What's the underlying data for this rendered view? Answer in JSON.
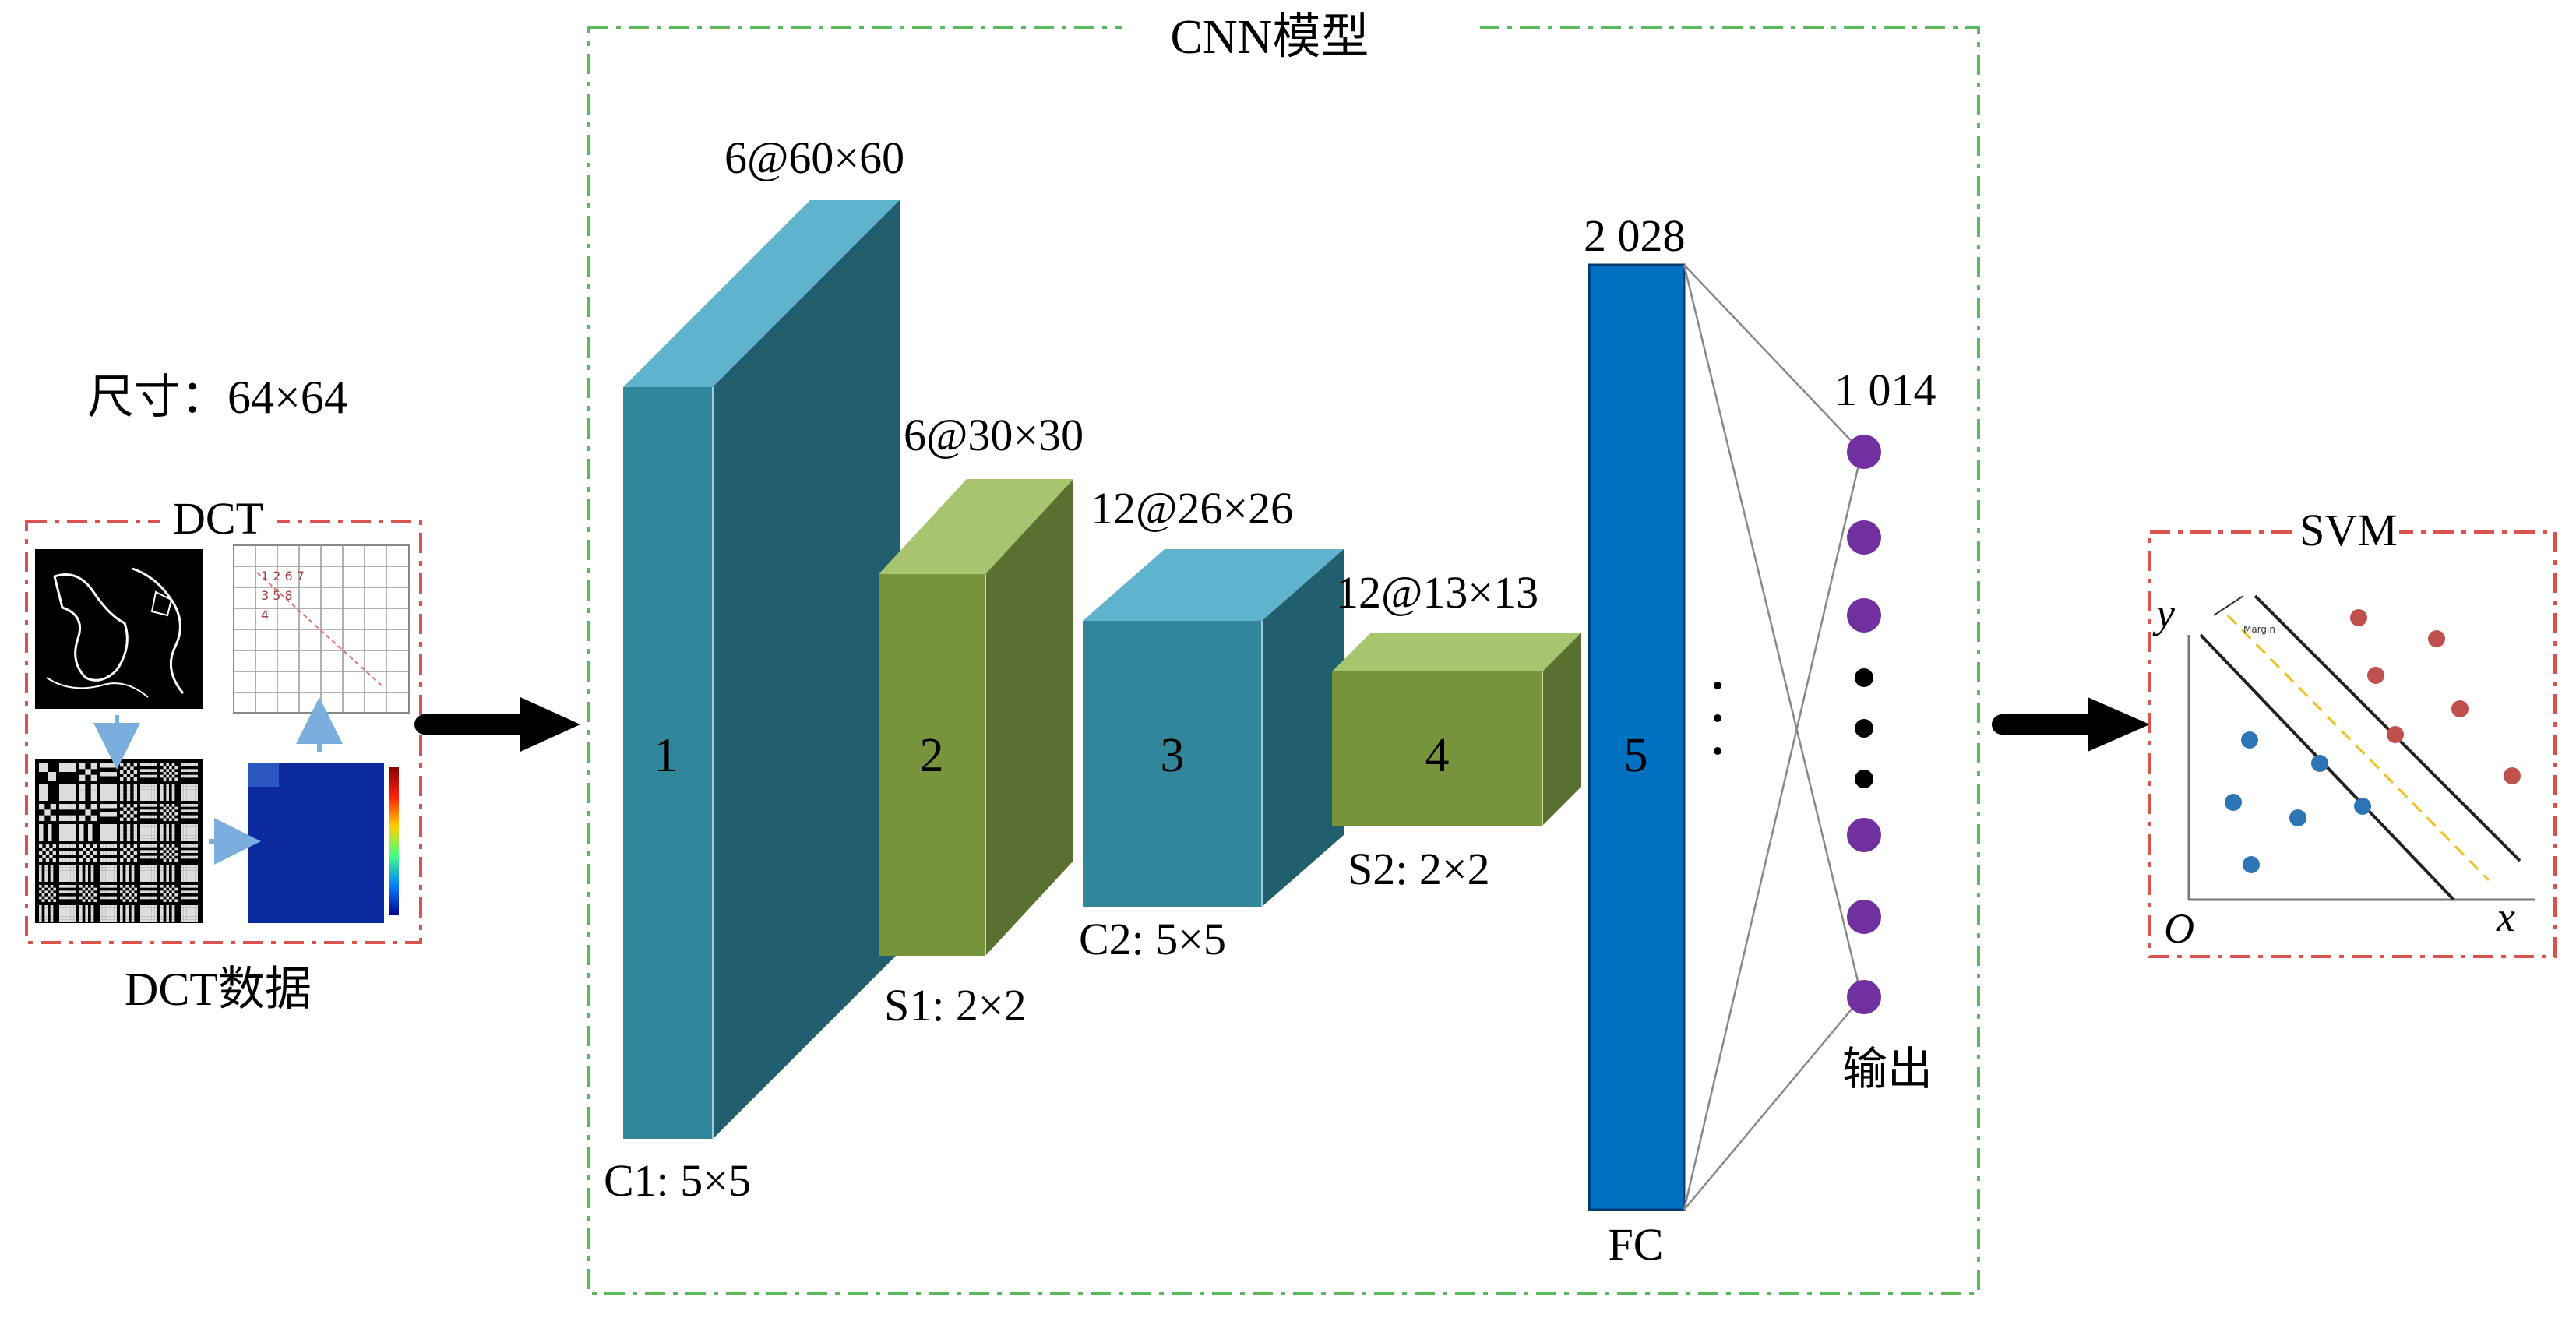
{
  "input": {
    "size_label": "尺寸：64×64",
    "dct_title": "DCT",
    "dct_caption": "DCT数据"
  },
  "cnn": {
    "title": "CNN模型",
    "layers": [
      {
        "id": "1",
        "map_label": "6@60×60",
        "kernel_label": "C1: 5×5"
      },
      {
        "id": "2",
        "map_label": "6@30×30",
        "kernel_label": "S1: 2×2"
      },
      {
        "id": "3",
        "map_label": "12@26×26",
        "kernel_label": "C2: 5×5"
      },
      {
        "id": "4",
        "map_label": "12@13×13",
        "kernel_label": "S2: 2×2"
      },
      {
        "id": "5",
        "map_label": "2 028",
        "kernel_label": "FC"
      }
    ],
    "output_count": "1 014",
    "output_label": "输出"
  },
  "svm": {
    "title": "SVM",
    "axis_y": "y",
    "axis_x": "x",
    "origin": "O",
    "margin_label": "Margin"
  },
  "colors": {
    "frame_cnn": "#5cb85c",
    "frame_dct": "#d9534f",
    "conv_front": "#31869b",
    "conv_top": "#5fb3cc",
    "conv_side": "#215e6e",
    "pool_front": "#77933c",
    "pool_top": "#a7c46f",
    "pool_side": "#5a7030",
    "fc": "#0070c0",
    "neuron": "#7030a0",
    "svm_red": "#c0504d",
    "svm_blue": "#2e75b6",
    "svm_dash": "#f0c020",
    "arrow_blue": "#7aaedc"
  }
}
